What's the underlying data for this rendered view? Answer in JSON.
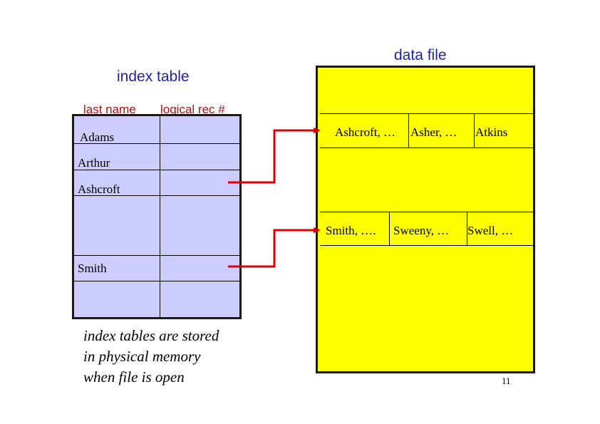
{
  "index_table": {
    "title": "index table",
    "col_last_name": "last name",
    "col_logical_rec": "logical rec #",
    "rows": [
      "Adams",
      "Arthur",
      "Ashcroft",
      "Smith"
    ]
  },
  "data_file": {
    "title": "data file",
    "block1": [
      "Ashcroft, …",
      "Asher, …",
      "Atkins"
    ],
    "block2": [
      "Smith, ….",
      "Sweeny, …",
      "Swell, …"
    ]
  },
  "note": {
    "line1": "index tables are stored",
    "line2": "in physical memory",
    "line3": "when file is open"
  },
  "page_number": "11",
  "colors": {
    "index_fill": "#ccccff",
    "data_fill": "#ffff00",
    "arrow": "#dd0000",
    "title_blue": "#1f1fa8",
    "header_red": "#b01010"
  }
}
